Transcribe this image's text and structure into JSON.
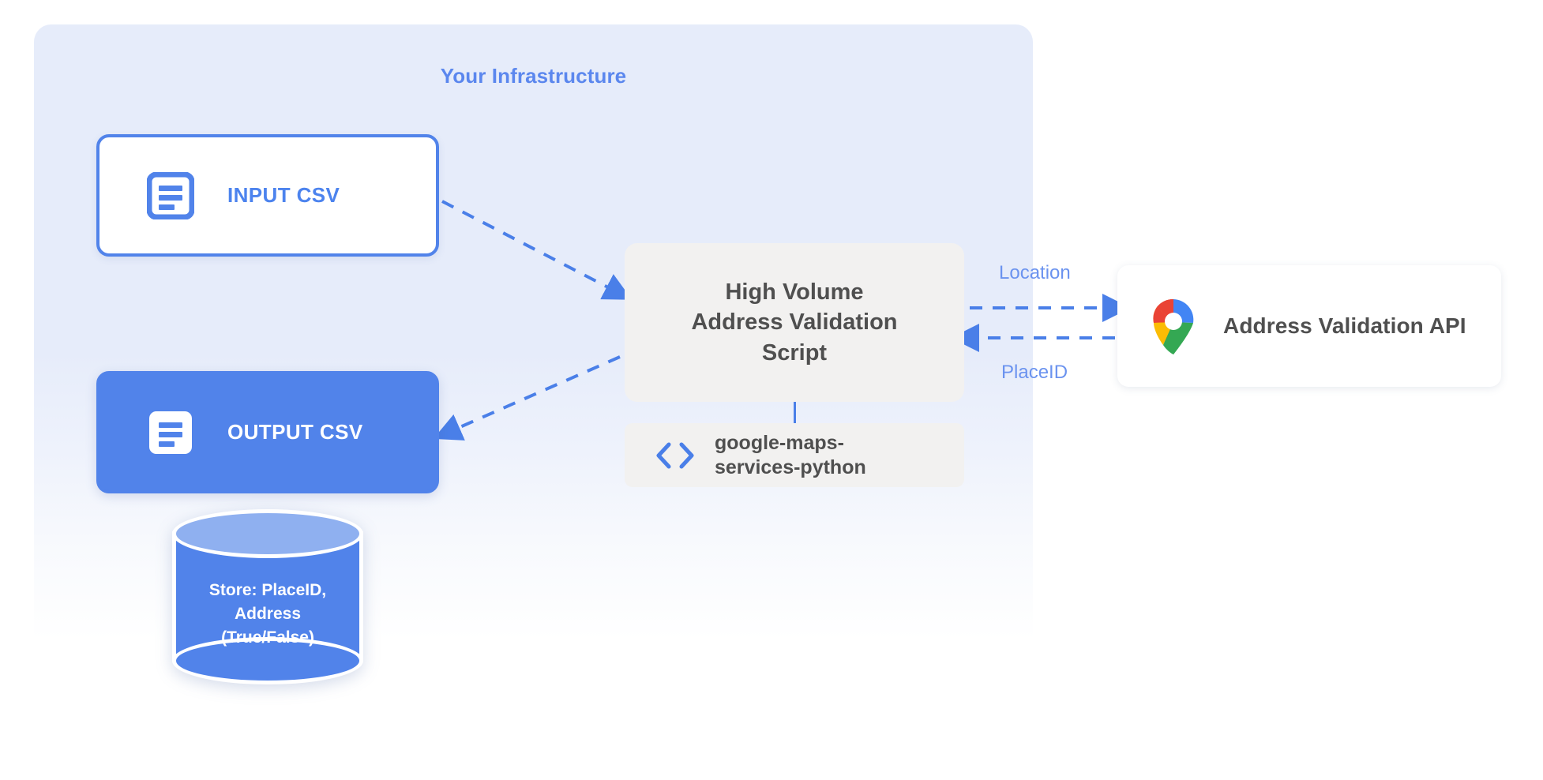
{
  "panel": {
    "title": "Your Infrastructure"
  },
  "nodes": {
    "input_csv": {
      "label": "INPUT CSV",
      "icon": "document-icon"
    },
    "output_csv": {
      "label": "OUTPUT CSV",
      "icon": "document-icon"
    },
    "script": {
      "line1": "High Volume",
      "line2": "Address Validation",
      "line3": "Script"
    },
    "library": {
      "line1": "google-maps-",
      "line2": "services-python",
      "icon": "code-brackets-icon"
    },
    "api": {
      "label": "Address Validation API",
      "icon": "google-maps-pin-icon"
    },
    "database": {
      "line1": "Store: PlaceID,",
      "line2": "Address",
      "line3": "(True/False)"
    }
  },
  "edges": {
    "location_label": "Location",
    "placeid_label": "PlaceID"
  },
  "colors": {
    "accent_blue": "#5183ea",
    "title_blue": "#5b87ee",
    "label_blue": "#6b93ef",
    "panel_blue": "#e6ecfa",
    "box_gray": "#f2f1f0",
    "text_gray": "#4f4f4f",
    "db_top_blue": "#8fb0f0",
    "pin_blue": "#4285f4",
    "pin_red": "#ea4335",
    "pin_yellow": "#fbbc04",
    "pin_green": "#34a853"
  }
}
